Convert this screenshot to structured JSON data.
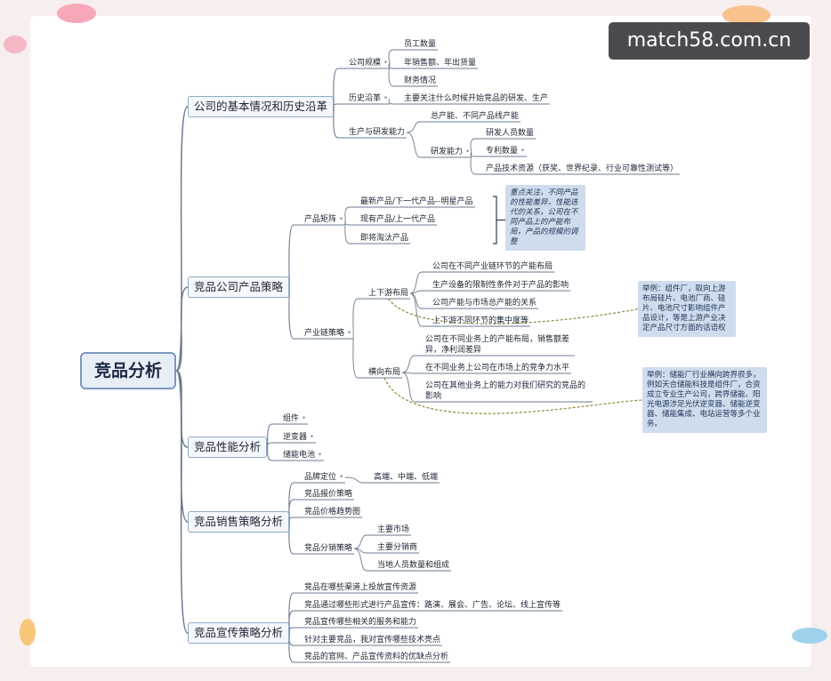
{
  "root": "竞品分析",
  "branches": [
    {
      "label": "公司的基本情况和历史沿革",
      "children": [
        {
          "label": "公司规模",
          "children": [
            "员工数量",
            "年销售额、年出货量",
            "财务情况"
          ]
        },
        {
          "label": "历史沿革",
          "children": [
            "主要关注什么时候开始竞品的研发、生产"
          ]
        },
        {
          "label": "生产与研发能力",
          "children": [
            {
              "label": "总产能、不同产品线产能"
            },
            {
              "label": "研发能力",
              "children": [
                "研发人员数量",
                "专利数量",
                "产品技术资源（获奖、世界纪录、行业可靠性测试等）"
              ]
            }
          ]
        }
      ]
    },
    {
      "label": "竞品公司产品策略",
      "children": [
        {
          "label": "产品矩阵",
          "children": [
            "最新产品/下一代产品--明星产品",
            "现有产品/上一代产品",
            "即将淘汰产品"
          ]
        },
        {
          "label": "产业链策略",
          "children": [
            {
              "label": "上下游布局",
              "children": [
                "公司在不同产业链环节的产能布局",
                "生产设备的限制性条件对于产品的影响",
                "公司产能与市场总产能的关系",
                "上下游不同环节的集中度等"
              ]
            },
            {
              "label": "横向布局",
              "children": [
                "公司在不同业务上的产能布局，销售额差异，净利润差异",
                "在不同业务上公司在市场上的竞争力水平",
                "公司在其他业务上的能力对我们研究的竞品的影响"
              ]
            }
          ]
        }
      ]
    },
    {
      "label": "竞品性能分析",
      "children": [
        "组件",
        "逆变器",
        "储能电池"
      ]
    },
    {
      "label": "竞品销售策略分析",
      "children": [
        {
          "label": "品牌定位",
          "children": [
            "高端、中端、低端"
          ]
        },
        {
          "label": "竞品报价策略"
        },
        {
          "label": "竞品价格趋势图"
        },
        {
          "label": "竞品分销策略",
          "children": [
            "主要市场",
            "主要分销商",
            "当地人员数量和组成"
          ]
        }
      ]
    },
    {
      "label": "竞品宣传策略分析",
      "children": [
        "竞品在哪些渠道上投放宣传资源",
        "竞品通过哪些形式进行产品宣传：路演、展会、广告、论坛、线上宣传等",
        "竞品宣传哪些相关的服务和能力",
        "针对主要竞品，我对宣传哪些技术亮点",
        "竞品的官网、产品宣传资料的优缺点分析"
      ]
    }
  ],
  "notes": {
    "matrix_note": "重点关注，不同产品的性能差异，性能迭代的关系，公司在不同产品上的产能布局，产品的规模的调整",
    "upstream_note": "举例：组件厂，取向上游布局硅片、电池厂商、硅片、电池尺寸影响组件产品设计，等是上游产业决定产品尺寸方面的话语权",
    "horizontal_note": "举例：储能厂行业横向跨界很多，例如天合储能科技是组件厂，合资成立专业生产公司，跨界储能、阳光电源涉足光伏逆变器、储能逆变器、储能集成、电站运营等多个业务。"
  },
  "watermark": "match58.com.cn",
  "colors": {
    "link": "#6b7a90",
    "dashed_link": "#8c8a3c",
    "main_border": "#8fa9c8",
    "note_bg": "#cfdcee"
  }
}
